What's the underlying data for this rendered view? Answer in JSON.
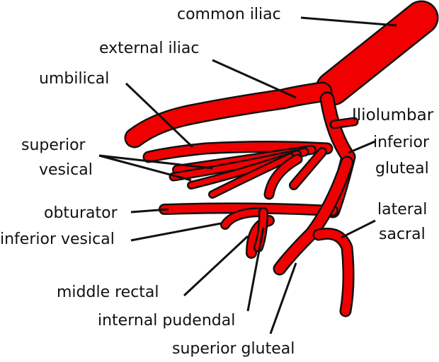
{
  "labels": {
    "common_iliac": "common iliac",
    "external_iliac": "external iliac",
    "umbilical": "umbilical",
    "superior_vesical_1": "superior",
    "superior_vesical_2": "vesical",
    "iliolumbar": "Iliolumbar",
    "inferior_gluteal_1": "inferior",
    "inferior_gluteal_2": "gluteal",
    "obturator": "obturator",
    "inferior_vesical": "inferior vesical",
    "lateral_sacral_1": "lateral",
    "lateral_sacral_2": "sacral",
    "middle_rectal": "middle rectal",
    "internal_pudendal": "internal pudendal",
    "superior_gluteal": "superior gluteal"
  },
  "colors": {
    "artery": "#f00000",
    "outline": "#111111"
  }
}
